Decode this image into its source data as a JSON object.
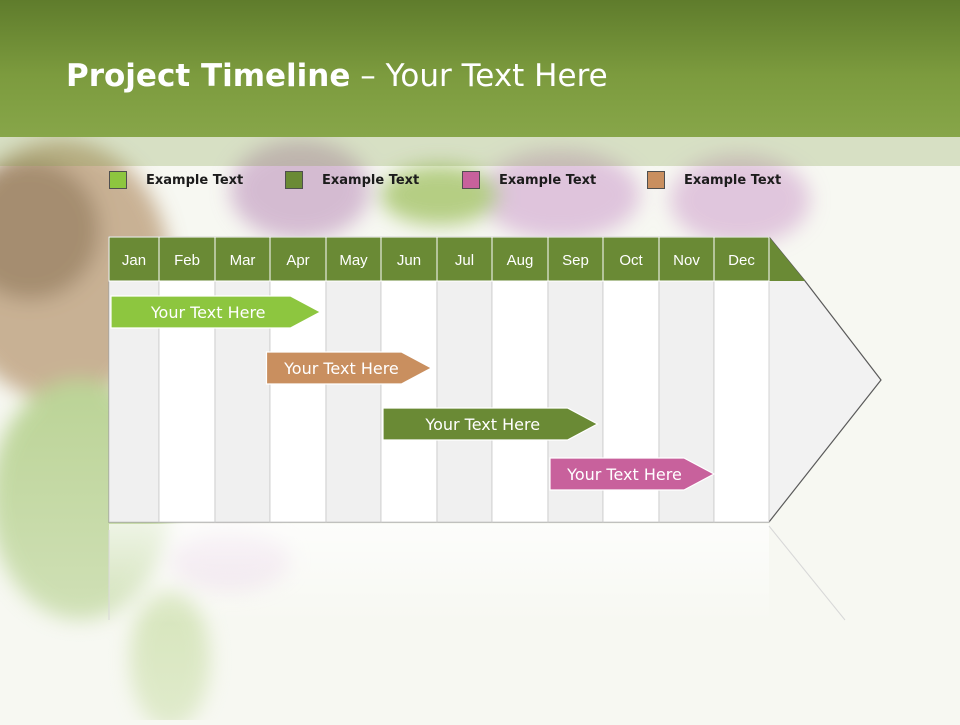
{
  "title": {
    "bold": "Project Timeline",
    "rest": " – Your Text Here"
  },
  "legend": [
    {
      "label": "Example Text",
      "color": "#8dc63f"
    },
    {
      "label": "Example Text",
      "color": "#6a8a35"
    },
    {
      "label": "Example Text",
      "color": "#c8619c"
    },
    {
      "label": "Example Text",
      "color": "#c98f5f"
    }
  ],
  "months": [
    "Jan",
    "Feb",
    "Mar",
    "Apr",
    "May",
    "Jun",
    "Jul",
    "Aug",
    "Sep",
    "Oct",
    "Nov",
    "Dec"
  ],
  "tasks": [
    {
      "label": "Your  Text Here",
      "color": "#8dc63f",
      "start_month": 1.0,
      "end_month": 4.9
    },
    {
      "label": "Your  Text Here",
      "color": "#c98f5f",
      "start_month": 3.9,
      "end_month": 6.9
    },
    {
      "label": "Your  Text Here",
      "color": "#6a8a35",
      "start_month": 6.0,
      "end_month": 9.9
    },
    {
      "label": "Your  Text Here",
      "color": "#c8619c",
      "start_month": 9.0,
      "end_month": 12.0
    }
  ],
  "colors": {
    "header": "#7c9b3e",
    "month_bar": "#6a8a35",
    "shaded_column": "#f0f0f0"
  }
}
